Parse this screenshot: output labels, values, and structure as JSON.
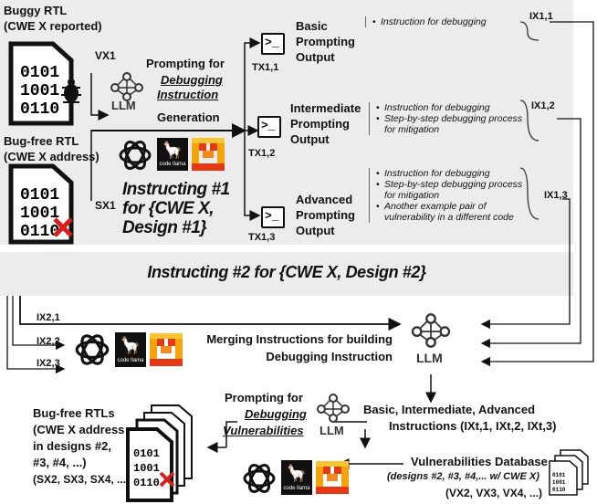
{
  "top": {
    "buggy_rtl": "Buggy RTL",
    "buggy_sub": "(CWE X reported)",
    "v_x1": "VX1",
    "bugfree_rtl": "Bug-free RTL",
    "bugfree_sub": "(CWE X address)",
    "s_x1": "SX1",
    "prompting_for": "Prompting for",
    "debugging": "Debugging",
    "instruction": "Instruction",
    "generation": "Generation",
    "instructing1_line1": "Instructing #1",
    "instructing1_line2": "for {CWE X,",
    "instructing1_line3": "Design #1}",
    "llm": "LLM",
    "code_llama": "code llama"
  },
  "outputs": [
    {
      "title1": "Basic",
      "title2": "Prompting",
      "title3": "Output",
      "t": "TX1,1",
      "i": "IX1,1",
      "items": [
        "Instruction for debugging"
      ]
    },
    {
      "title1": "Intermediate",
      "title2": "Prompting",
      "title3": "Output",
      "t": "TX1,2",
      "i": "IX1,2",
      "items": [
        "Instruction for debugging",
        "Step-by-step debugging process for mitigation"
      ]
    },
    {
      "title1": "Advanced",
      "title2": "Prompting",
      "title3": "Output",
      "t": "TX1,3",
      "i": "IX1,3",
      "items": [
        "Instruction for debugging",
        "Step-by-step debugging process for mitigation",
        "Another example pair of vulnerability in a different code"
      ]
    }
  ],
  "instructing2": "Instructing #2 for {CWE X, Design #2}",
  "merge": {
    "ix21": "IX2,1",
    "ix22": "IX2,2",
    "ix23": "IX2,3",
    "line1": "Merging Instructions for building",
    "line2": "Debugging Instruction",
    "llm": "LLM"
  },
  "bottom": {
    "bugfree_rtls": "Bug-free RTLs",
    "line2": "(CWE X address",
    "line3": "in designs #2,",
    "line4": "#3, #4, ...)",
    "line5": "(SX2, SX3, SX4, ...)",
    "prompting_for": "Prompting for",
    "debugging": "Debugging",
    "vulnerabilities": "Vulnerabilities",
    "bia_line1": "Basic, Intermediate, Advanced",
    "bia_line2": "Instructions (IXt,1, IXt,2, IXt,3)",
    "db_title": "Vulnerabilities Database",
    "db_sub": "(designs #2, #3, #4,... w/ CWE X)",
    "db_v": "(VX2, VX3, VX4, ...)",
    "llm": "LLM"
  }
}
